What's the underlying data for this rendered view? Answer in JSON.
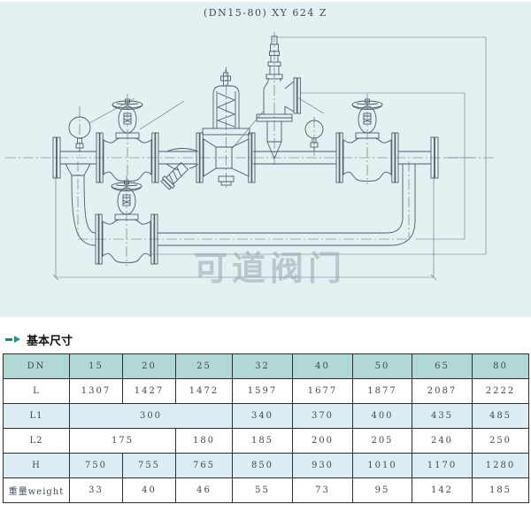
{
  "diagram": {
    "title": "(DN15-80) XY 624 Z",
    "watermark": "可道阀门",
    "components": [
      "inlet-flange",
      "inlet-pressure-gauge",
      "inlet-globe-valve",
      "y-strainer",
      "pressure-reducing-valve",
      "safety-valve",
      "outlet-pressure-gauge",
      "outlet-globe-valve",
      "bypass-line",
      "bypass-globe-valve",
      "outlet-flange",
      "dimension-lines",
      "centerlines"
    ]
  },
  "section": {
    "title": "基本尺寸",
    "icon": "dashes-arrow-icon"
  },
  "table": {
    "header": [
      "DN",
      "15",
      "20",
      "25",
      "32",
      "40",
      "50",
      "65",
      "80"
    ],
    "rows": [
      {
        "label": "L",
        "cells": [
          {
            "v": "1307"
          },
          {
            "v": "1427"
          },
          {
            "v": "1472"
          },
          {
            "v": "1597"
          },
          {
            "v": "1677"
          },
          {
            "v": "1877"
          },
          {
            "v": "2087"
          },
          {
            "v": "2222"
          }
        ]
      },
      {
        "label": "L1",
        "cells": [
          {
            "v": "300",
            "span": 3
          },
          {
            "v": "340"
          },
          {
            "v": "370"
          },
          {
            "v": "400"
          },
          {
            "v": "435"
          },
          {
            "v": "485"
          }
        ]
      },
      {
        "label": "L2",
        "cells": [
          {
            "v": "175",
            "span": 2
          },
          {
            "v": "180"
          },
          {
            "v": "185"
          },
          {
            "v": "200"
          },
          {
            "v": "205"
          },
          {
            "v": "240"
          },
          {
            "v": "250"
          }
        ]
      },
      {
        "label": "H",
        "cells": [
          {
            "v": "750"
          },
          {
            "v": "755"
          },
          {
            "v": "765"
          },
          {
            "v": "850"
          },
          {
            "v": "930"
          },
          {
            "v": "1010"
          },
          {
            "v": "1170"
          },
          {
            "v": "1280"
          }
        ]
      },
      {
        "label": "重量weight",
        "cells": [
          {
            "v": "33"
          },
          {
            "v": "40"
          },
          {
            "v": "46"
          },
          {
            "v": "55"
          },
          {
            "v": "73"
          },
          {
            "v": "95"
          },
          {
            "v": "142"
          },
          {
            "v": "185"
          }
        ]
      }
    ]
  },
  "colors": {
    "diagram_background": "#e3f1f2",
    "table_header_background": "#b2d8d4",
    "table_stripe_background": "#dceef4",
    "drawing_line": "#4d5c66",
    "accent_teal": "#2e8f8f"
  }
}
